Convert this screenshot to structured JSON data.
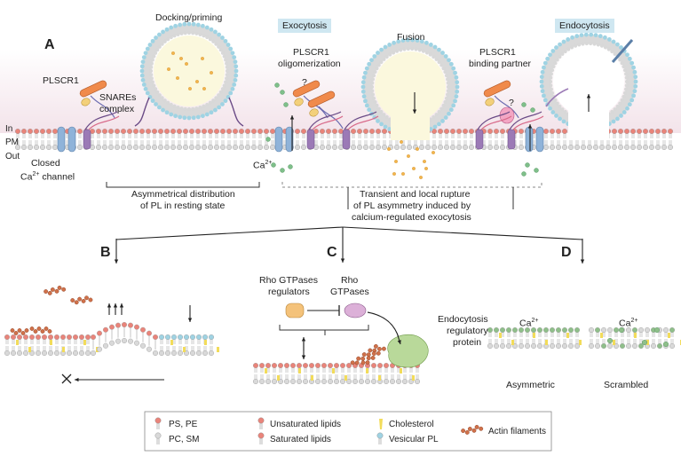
{
  "panels": {
    "a": "A",
    "b": "B",
    "c": "C",
    "d": "D"
  },
  "membrane_sides": {
    "in": "In",
    "pm": "PM",
    "out": "Out"
  },
  "stages": {
    "exocytosis": "Exocytosis",
    "endocytosis": "Endocytosis",
    "docking": "Docking/priming",
    "fusion": "Fusion"
  },
  "labels_a": {
    "plscr1": "PLSCR1",
    "snares_1": "SNAREs",
    "snares_2": "complex",
    "oligo_1": "PLSCR1",
    "oligo_2": "oligomerization",
    "partner_1": "PLSCR1",
    "partner_2": "binding partner",
    "closed_1": "Closed",
    "closed_2": "Ca",
    "closed_sup": "2+",
    "closed_3": " channel",
    "ca": "Ca",
    "ca_sup": "2+",
    "question": "?",
    "asym_1": "Asymmetrical distribution",
    "asym_2": "of PL in resting state",
    "transient_1": "Transient and local rupture",
    "transient_2": "of PL asymmetry induced by",
    "transient_3": "calcium-regulated exocytosis"
  },
  "labels_c": {
    "rho_reg_1": "Rho GTPases",
    "rho_reg_2": "regulators",
    "rho_1": "Rho",
    "rho_2": "GTPases",
    "endo_1": "Endocytosis",
    "endo_2": "regulatory",
    "endo_3": "protein"
  },
  "labels_d": {
    "ca": "Ca",
    "ca_sup": "2+",
    "asymmetric": "Asymmetric",
    "scrambled": "Scrambled"
  },
  "legend": {
    "ps_pe": "PS, PE",
    "pc_sm": "PC, SM",
    "unsat": "Unsaturated lipids",
    "sat": "Saturated lipids",
    "chol": "Cholesterol",
    "vesic": "Vesicular PL",
    "actin": "Actin filaments"
  },
  "colors": {
    "ps_pe": "#e9847a",
    "pc_sm": "#d9d9d9",
    "vesicular": "#9fd3e3",
    "green_head": "#8fbf8a",
    "cholesterol": "#f2dc5a",
    "plscr1": "#f08a4b",
    "snare": "#9b7ab6",
    "channel": "#8fb3d9",
    "regulator": "#f4c27a",
    "rho": "#dcb0d8",
    "endo_protein": "#b9d99a",
    "cytosol": "#f4e6ec"
  }
}
